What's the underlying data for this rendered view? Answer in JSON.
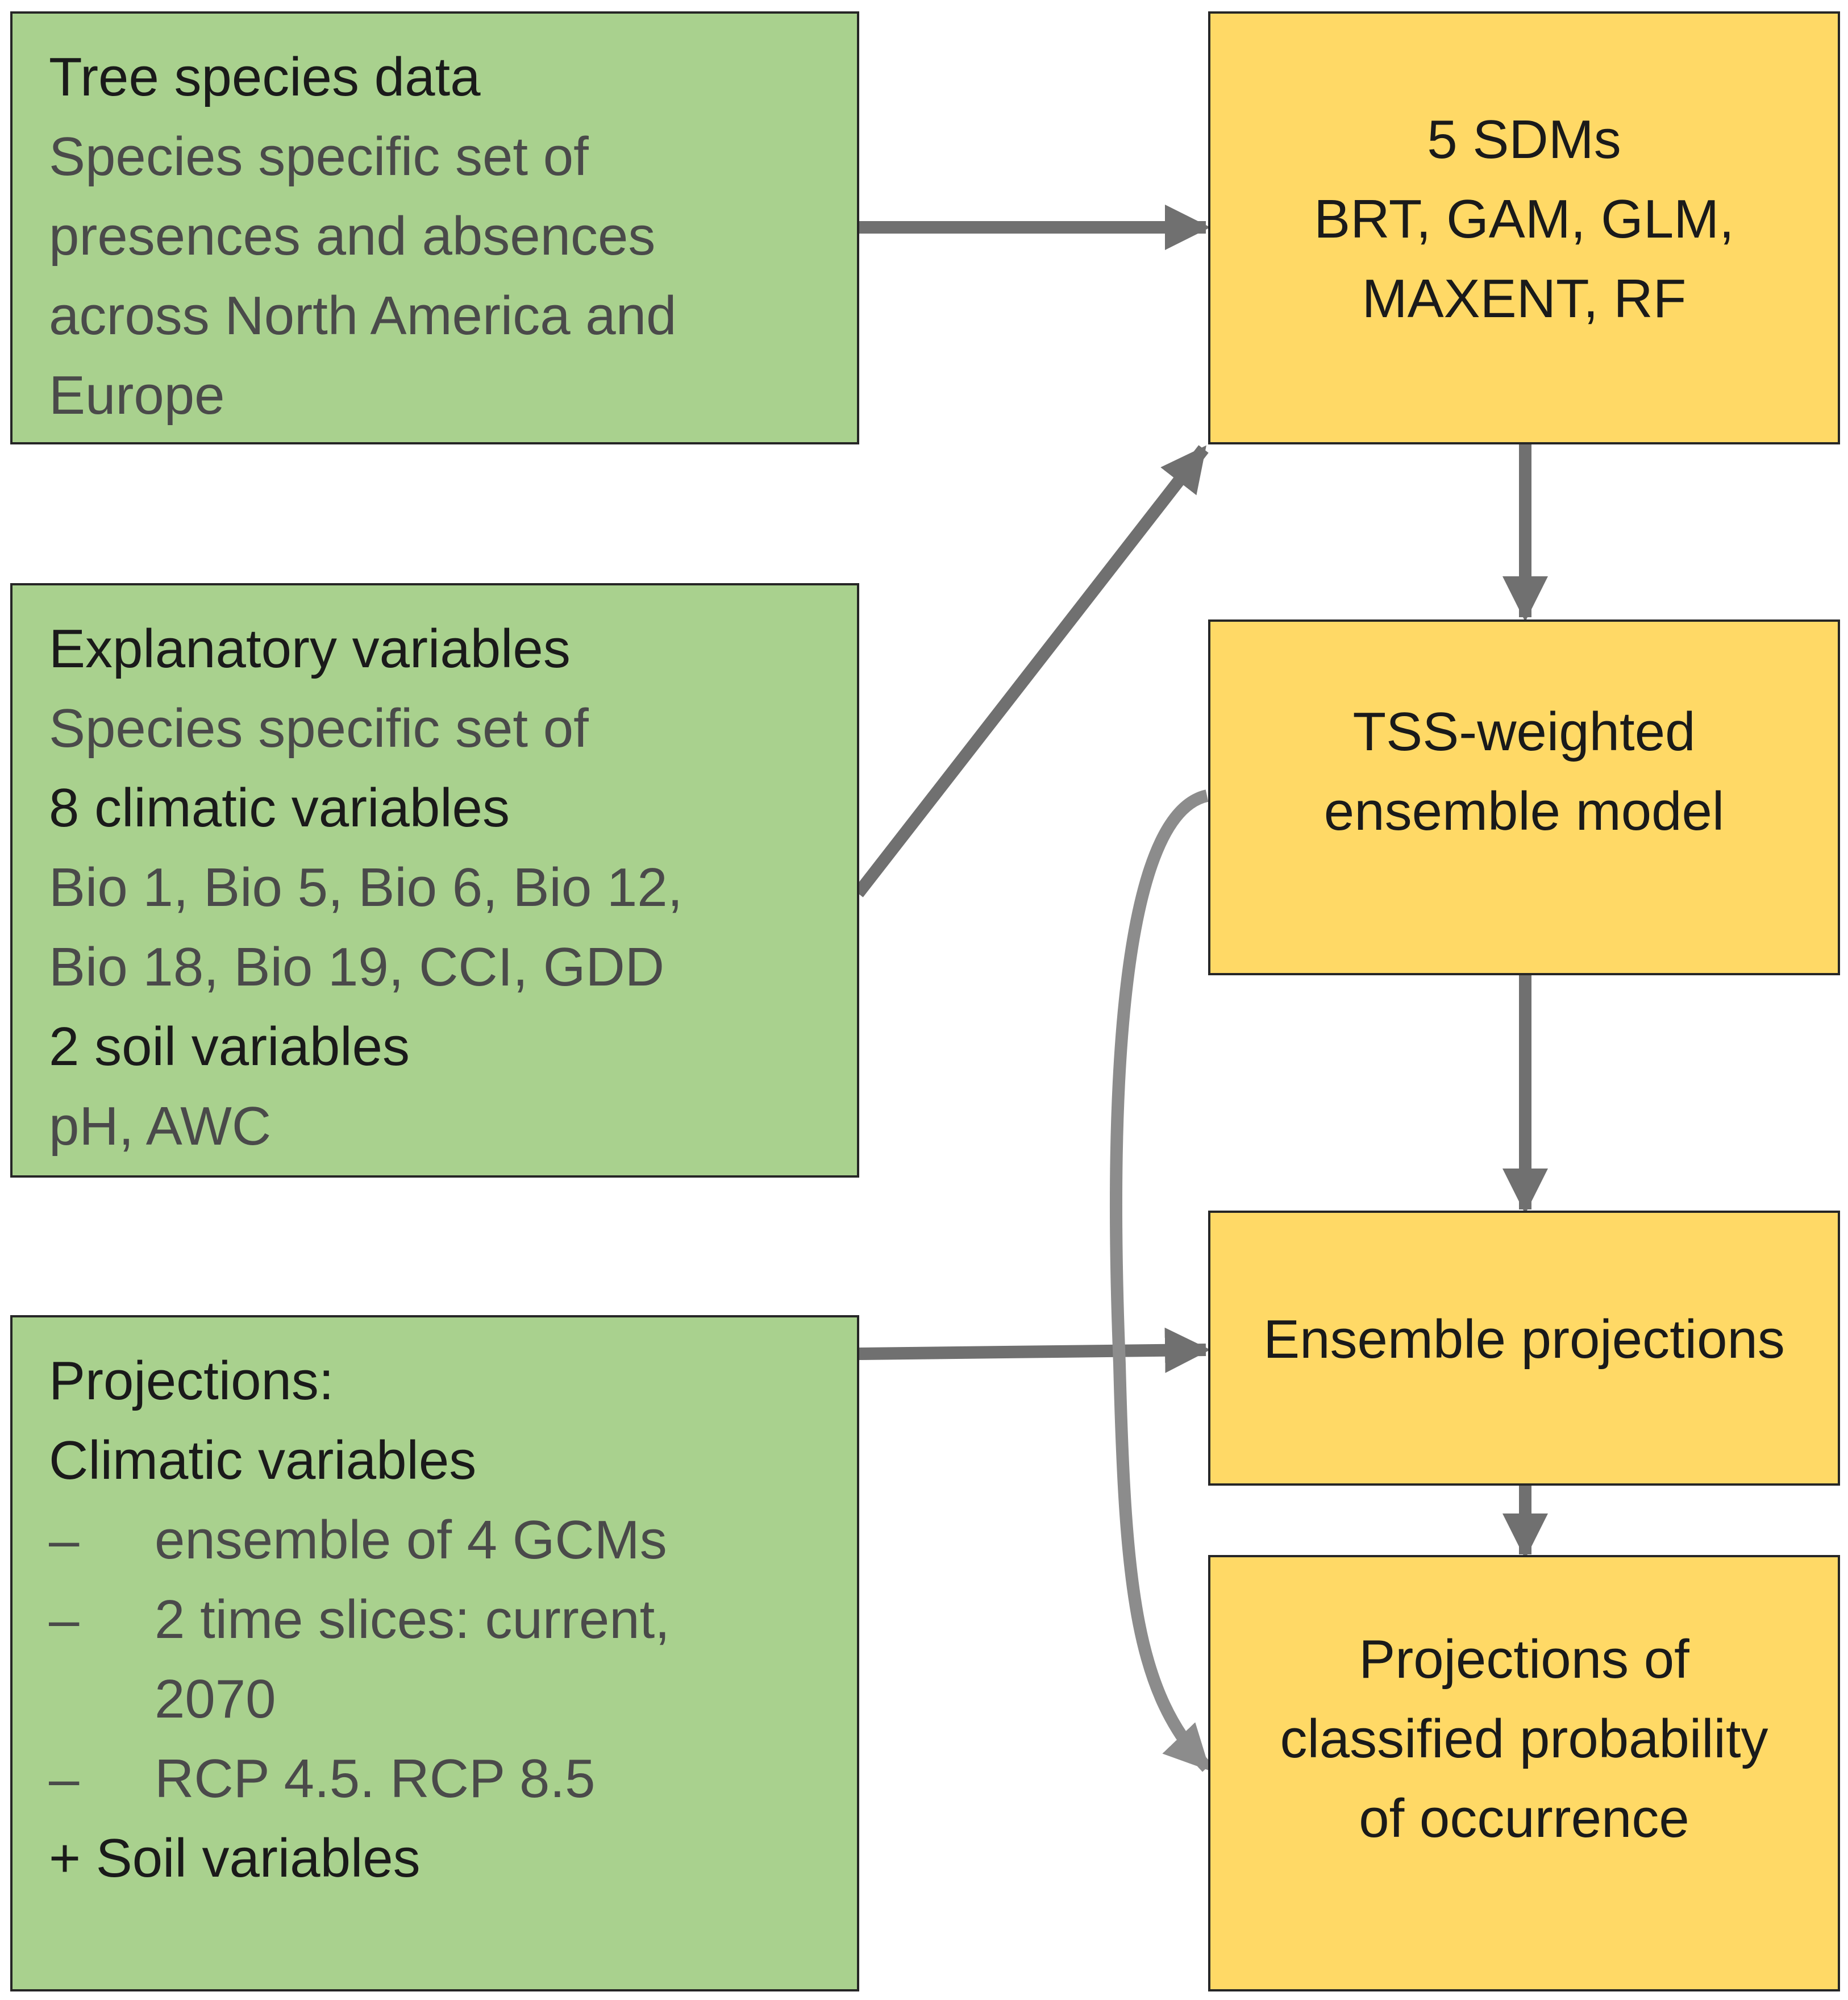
{
  "colors": {
    "input_box": "#a9d18e",
    "model_box": "#ffd966",
    "arrow": "#707070",
    "curved_arrow": "#8c8c8c",
    "border": "#262626"
  },
  "tree_species": {
    "title": "Tree species data",
    "lines": [
      "Species specific set of",
      "presences and absences",
      "across North America and",
      "Europe"
    ]
  },
  "explanatory": {
    "title": "Explanatory variables",
    "line1": "Species specific set of",
    "climatic_heading": "8 climatic variables",
    "climatic_line1": "Bio 1, Bio 5, Bio 6, Bio 12,",
    "climatic_line2": "Bio 18, Bio 19, CCI, GDD",
    "soil_heading": "2 soil variables",
    "soil_line": "pH, AWC"
  },
  "projections_input": {
    "title": "Projections:",
    "subtitle": "Climatic variables",
    "bullet_char": "–",
    "bullet1": "ensemble of 4 GCMs",
    "bullet2_line1": "2 time slices: current,",
    "bullet2_line2": "2070",
    "bullet3": "RCP 4.5. RCP 8.5",
    "footer": "+ Soil variables"
  },
  "sdms": {
    "lines": [
      "5 SDMs",
      "BRT, GAM, GLM,",
      "MAXENT, RF"
    ]
  },
  "ensemble_model": {
    "lines": [
      "TSS-weighted",
      "ensemble model"
    ]
  },
  "ensemble_projections": {
    "lines": [
      "Ensemble projections"
    ]
  },
  "classified": {
    "lines": [
      "Projections of",
      "classified probability",
      "of occurrence"
    ]
  }
}
